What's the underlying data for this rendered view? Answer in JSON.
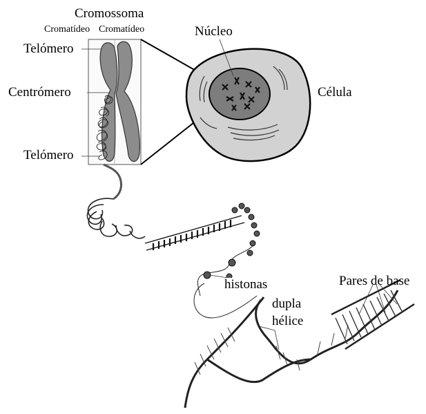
{
  "labels": {
    "cromossoma": "Cromossoma",
    "cromatideo_left": "Cromatídeo",
    "cromatideo_right": "Cromatídeo",
    "telomero_top": "Telómero",
    "centromero": "Centrómero",
    "telomero_bottom": "Telómero",
    "nucleo": "Núcleo",
    "celula": "Célula",
    "histonas": "histonas",
    "dupla_line1": "dupla",
    "dupla_line2": "hélice",
    "pares_de_base": "Pares de base"
  },
  "colors": {
    "chromosome_fill": "#8c8c8c",
    "cell_fill": "#d2d2d2",
    "nucleus_fill": "#7d7d7d",
    "line": "#000000"
  }
}
